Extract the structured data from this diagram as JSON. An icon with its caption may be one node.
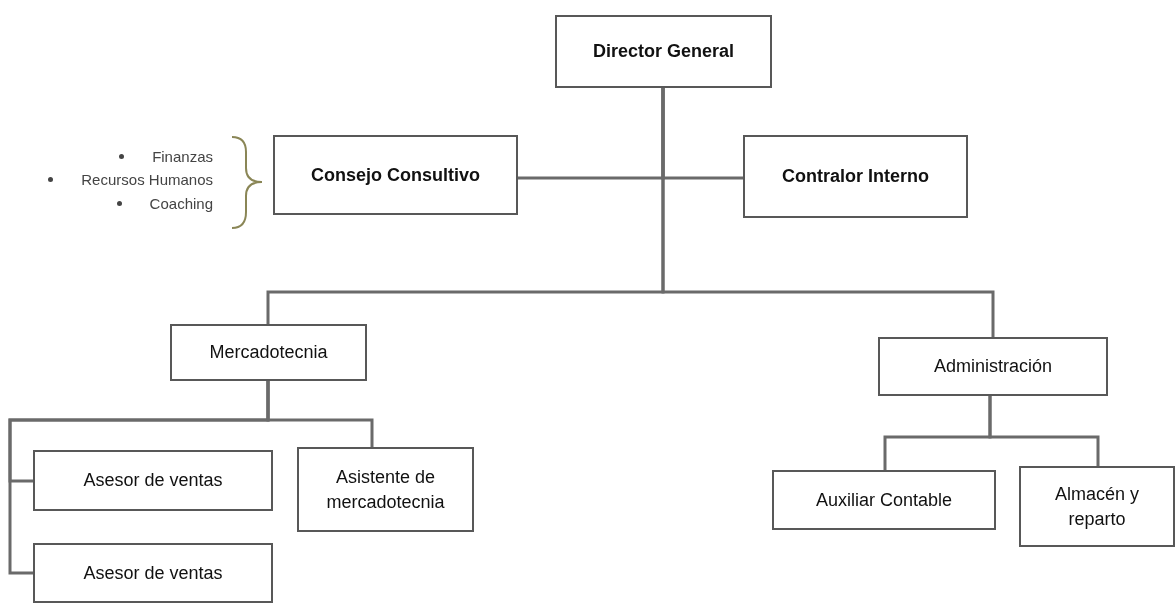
{
  "diagram": {
    "nodes": [
      {
        "text": [
          "Director General"
        ]
      },
      {
        "text": [
          "Consejo Consultivo"
        ]
      },
      {
        "text": [
          "Contralor Interno"
        ]
      },
      {
        "text": [
          "Mercadotecnia"
        ]
      },
      {
        "text": [
          "Administración"
        ]
      },
      {
        "text": [
          "Asesor de ventas"
        ]
      },
      {
        "text": [
          "Asistente de mercadotecnia"
        ]
      },
      {
        "text": [
          "Asesor de ventas"
        ]
      },
      {
        "text": [
          "Auxiliar Contable"
        ]
      },
      {
        "text": [
          "Almacén y reparto"
        ]
      }
    ],
    "edges": [
      {
        "from": 0,
        "to": 1,
        "arrow": "none"
      },
      {
        "from": 0,
        "to": 2,
        "arrow": "none"
      },
      {
        "from": 0,
        "to": 3,
        "arrow": "none"
      },
      {
        "from": 0,
        "to": 4,
        "arrow": "none"
      },
      {
        "from": 3,
        "to": 5,
        "arrow": "none"
      },
      {
        "from": 3,
        "to": 6,
        "arrow": "none"
      },
      {
        "from": 3,
        "to": 7,
        "arrow": "none"
      },
      {
        "from": 4,
        "to": 8,
        "arrow": "none"
      },
      {
        "from": 4,
        "to": 9,
        "arrow": "none"
      }
    ],
    "labels": [
      "Finanzas",
      "Recursos Humanos",
      "Coaching"
    ]
  }
}
